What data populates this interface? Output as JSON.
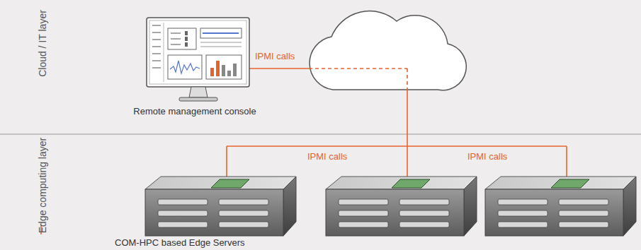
{
  "diagram": {
    "nodes": [
      {
        "text": [
          "Cloud / IT layer"
        ]
      },
      {
        "text": [
          "Edge computing layer"
        ]
      },
      {
        "text": [
          "Remote management console"
        ],
        "in": 0
      }
    ],
    "labels": [
      "IPMI calls",
      "IPMI calls",
      "IPMI calls",
      "COM-HPC based Edge Servers"
    ]
  }
}
